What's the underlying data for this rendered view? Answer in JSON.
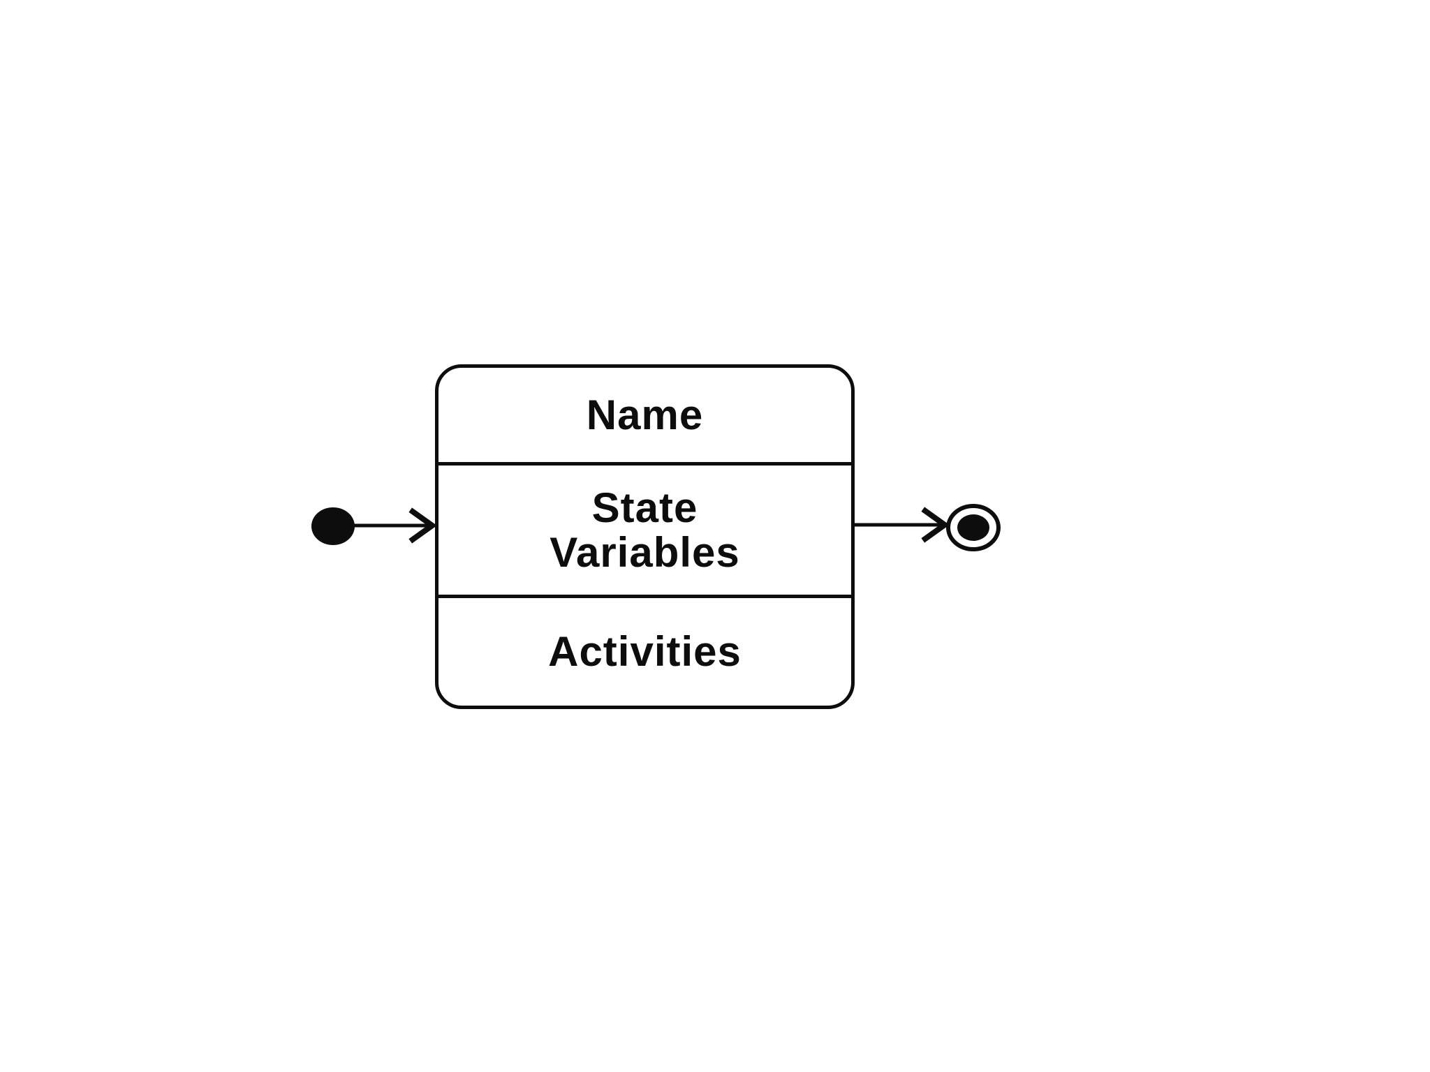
{
  "diagram": {
    "type": "uml-state-notation",
    "colors": {
      "stroke": "#0d0d0d",
      "background": "#ffffff"
    },
    "state": {
      "compartments": [
        {
          "label": "Name"
        },
        {
          "label": "State\nVariables"
        },
        {
          "label": "Activities"
        }
      ]
    },
    "icons": {
      "initial": "initial-state-icon",
      "final": "final-state-icon"
    }
  }
}
